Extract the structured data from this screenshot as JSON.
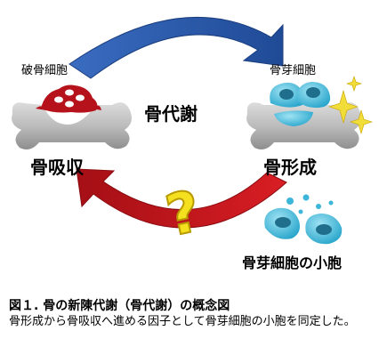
{
  "diagram": {
    "labels": {
      "osteoclast": "破骨細胞",
      "osteoblast": "骨芽細胞",
      "bone_metabolism": "骨代謝",
      "bone_resorption": "骨吸収",
      "bone_formation": "骨形成",
      "vesicles": "骨芽細胞の小胞",
      "question_mark": "?"
    },
    "colors": {
      "blue_arrow": "#2e58a6",
      "red_arrow": "#c4161c",
      "bone": "#bdbdbd",
      "osteoclast_cell": "#b5121b",
      "osteoblast_cell": "#3cb6d9",
      "question_mark": "#f5e020",
      "sparkle": "#f0dd3a"
    }
  },
  "caption": {
    "title": "図１. 骨の新陳代謝（骨代謝）の概念図",
    "body": "骨形成から骨吸収へ進める因子として骨芽細胞の小胞を同定した。"
  }
}
